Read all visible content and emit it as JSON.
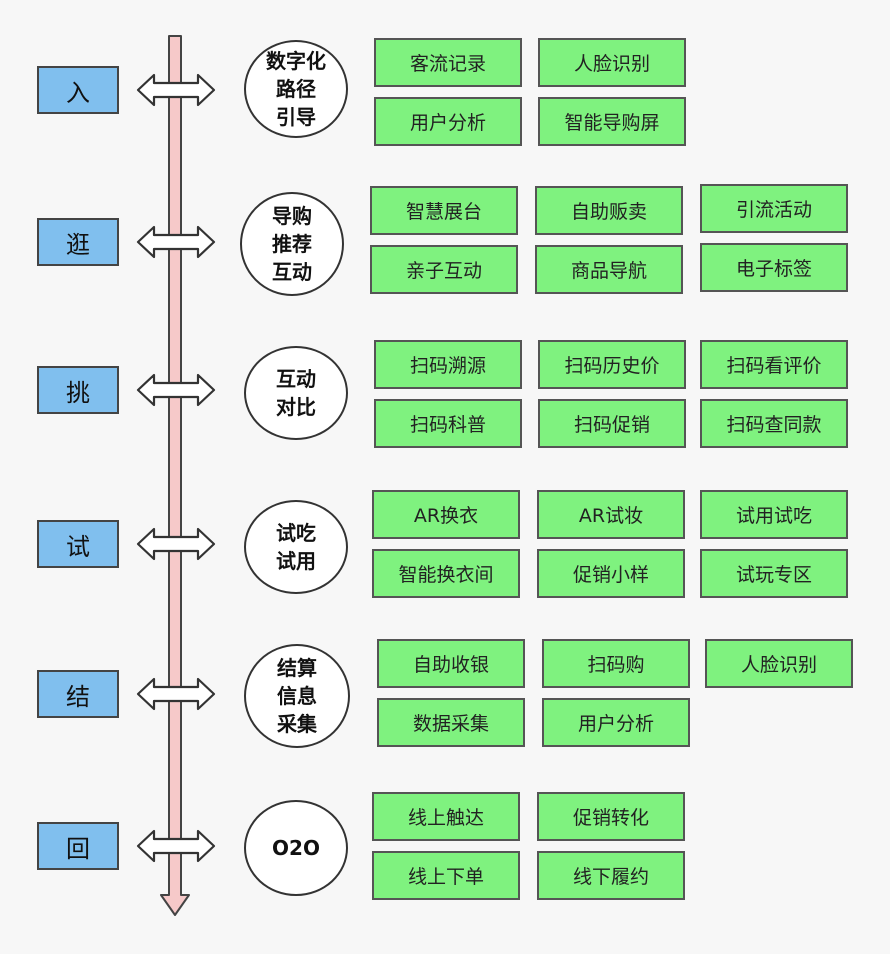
{
  "colors": {
    "stage_fill": "#80bfee",
    "item_fill": "#7ff27f",
    "timeline_fill": "#f6c9c9",
    "circle_fill": "#ffffff"
  },
  "stages": [
    {
      "label": "入",
      "circle": "数字化\n路径\n引导",
      "items": [
        "客流记录",
        "人脸识别",
        "用户分析",
        "智能导购屏"
      ]
    },
    {
      "label": "逛",
      "circle": "导购\n推荐\n互动",
      "items": [
        "智慧展台",
        "自助贩卖",
        "引流活动",
        "亲子互动",
        "商品导航",
        "电子标签"
      ]
    },
    {
      "label": "挑",
      "circle": "互动\n对比",
      "items": [
        "扫码溯源",
        "扫码历史价",
        "扫码看评价",
        "扫码科普",
        "扫码促销",
        "扫码查同款"
      ]
    },
    {
      "label": "试",
      "circle": "试吃\n试用",
      "items": [
        "AR换衣",
        "AR试妆",
        "试用试吃",
        "智能换衣间",
        "促销小样",
        "试玩专区"
      ]
    },
    {
      "label": "结",
      "circle": "结算\n信息\n采集",
      "items": [
        "自助收银",
        "扫码购",
        "人脸识别",
        "数据采集",
        "用户分析"
      ]
    },
    {
      "label": "回",
      "circle": "O2O",
      "items": [
        "线上触达",
        "促销转化",
        "线上下单",
        "线下履约"
      ]
    }
  ]
}
